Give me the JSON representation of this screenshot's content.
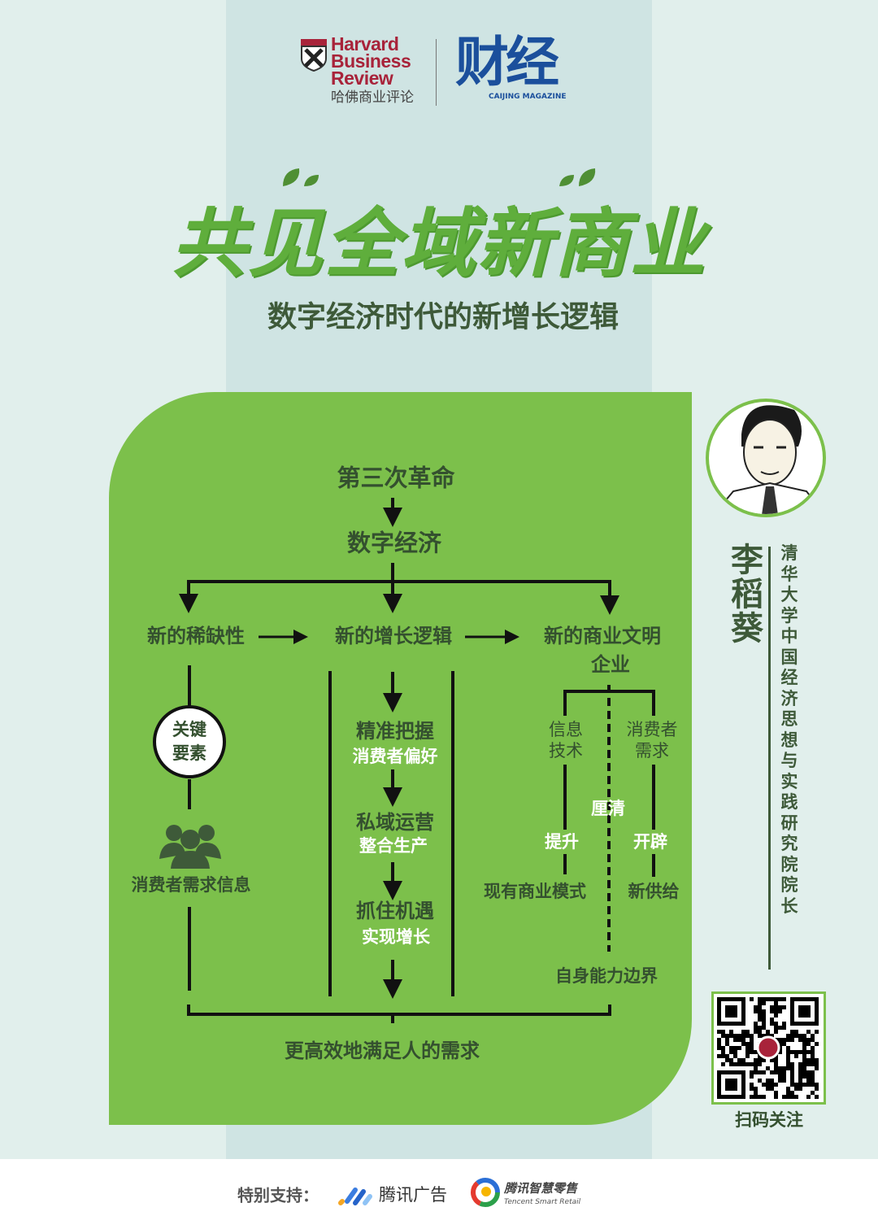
{
  "header": {
    "hbr_logo": {
      "line1": "Harvard",
      "line2": "Business",
      "line3": "Review",
      "chinese": "哈佛商业评论"
    },
    "caijing_logo": {
      "chinese": "财经",
      "english": "CAIJING MAGAZINE"
    }
  },
  "title": "共见全域新商业",
  "subtitle": "数字经济时代的新增长逻辑",
  "diagram": {
    "top1": "第三次革命",
    "top2": "数字经济",
    "left": {
      "heading": "新的稀缺性",
      "circle_line1": "关键",
      "circle_line2": "要素",
      "info": "消费者需求信息"
    },
    "center": {
      "heading": "新的增长逻辑",
      "steps": [
        {
          "main": "精准把握",
          "sub": "消费者偏好"
        },
        {
          "main": "私域运营",
          "sub": "整合生产"
        },
        {
          "main": "抓住机遇",
          "sub": "实现增长"
        }
      ]
    },
    "right": {
      "heading": "新的商业文明",
      "sub": "企业",
      "left_branch_line1": "信息",
      "left_branch_line2": "技术",
      "right_branch_line1": "消费者",
      "right_branch_line2": "需求",
      "clarify": "厘清",
      "improve": "提升",
      "open": "开辟",
      "existing": "现有商业模式",
      "new_supply": "新供给",
      "boundary": "自身能力边界"
    },
    "bottom": "更高效地满足人的需求"
  },
  "person": {
    "name": "李稻葵",
    "title": "清华大学中国经济思想与实践研究院院长"
  },
  "qr": {
    "label": "扫码关注"
  },
  "footer": {
    "support_label": "特别支持：",
    "sponsor1": "腾讯广告",
    "sponsor2_cn": "腾讯智慧零售",
    "sponsor2_en": "Tencent Smart Retail"
  },
  "colors": {
    "panel": "#7cc04b",
    "title": "#5fae3c",
    "text_dark": "#34502f",
    "hbr_red": "#a8233a",
    "caijing_blue": "#1b4f9c"
  }
}
